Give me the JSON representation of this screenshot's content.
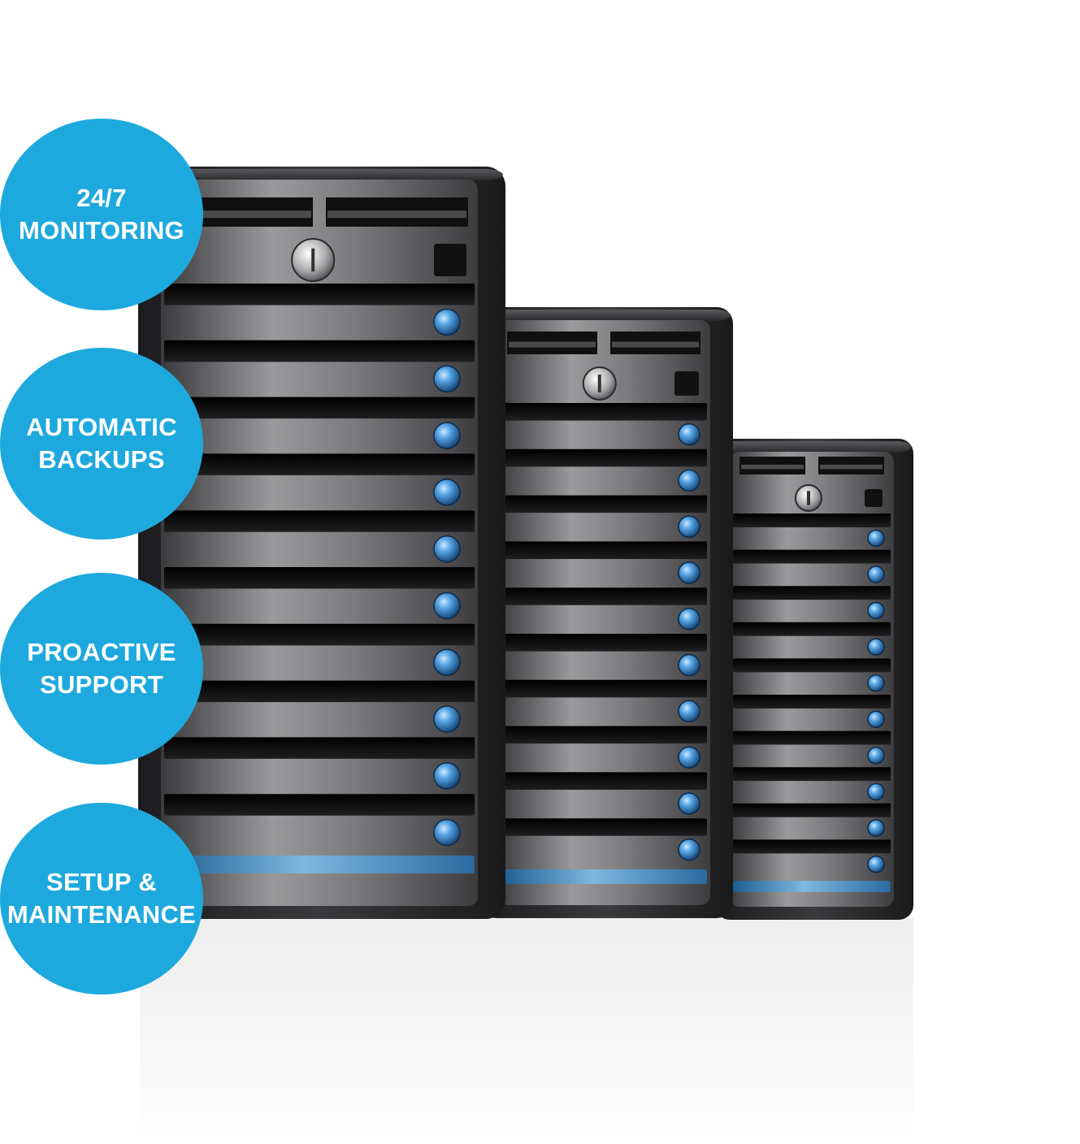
{
  "features": [
    {
      "line1": "24/7",
      "line2": "MONITORING"
    },
    {
      "line1": "AUTOMATIC",
      "line2": "BACKUPS"
    },
    {
      "line1": "PROACTIVE",
      "line2": "SUPPORT"
    },
    {
      "line1": "SETUP &",
      "line2": "MAINTENANCE"
    }
  ],
  "colors": {
    "badge": "#1ea9de",
    "badge_text": "#ffffff",
    "server_body": "#2a2a2c",
    "server_panel": "#6f6f72",
    "slot": "#0d0d0e",
    "led": "#3f88c8",
    "accent_bar": "#3a86bf"
  },
  "servers": [
    {
      "name": "large-server",
      "bays": 10
    },
    {
      "name": "medium-server",
      "bays": 10
    },
    {
      "name": "small-server",
      "bays": 10
    }
  ]
}
